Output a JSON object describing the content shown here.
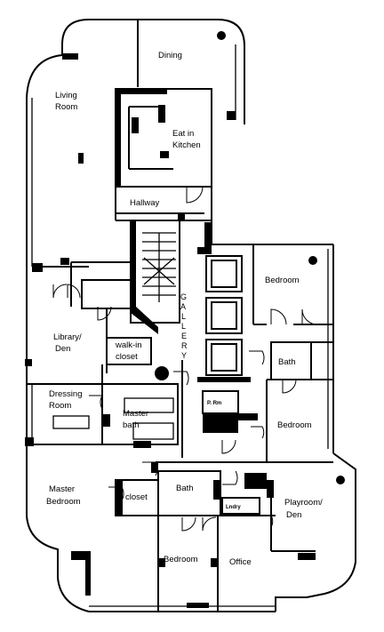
{
  "rooms": {
    "dining": "Dining",
    "living_room": [
      "Living",
      "Room"
    ],
    "eat_in_kitchen": [
      "Eat in",
      "Kitchen"
    ],
    "hallway": "Hallway",
    "bedroom_ne": "Bedroom",
    "gallery": [
      "G",
      "A",
      "L",
      "L",
      "E",
      "R",
      "Y"
    ],
    "library_den": [
      "Library/",
      "Den"
    ],
    "walk_in_closet": [
      "walk-in",
      "closet"
    ],
    "bath_e": "Bath",
    "dressing_room": [
      "Dressing",
      "Room"
    ],
    "master_bath": [
      "Master",
      "bath"
    ],
    "powder": "P. Rm",
    "bedroom_e": "Bedroom",
    "master_bedroom": [
      "Master",
      "Bedroom"
    ],
    "closet": "closet",
    "bath_s": "Bath",
    "laundry": "Lndry",
    "playroom_den": [
      "Playroom/",
      "Den"
    ],
    "bedroom_s": "Bedroom",
    "office": "Office"
  }
}
